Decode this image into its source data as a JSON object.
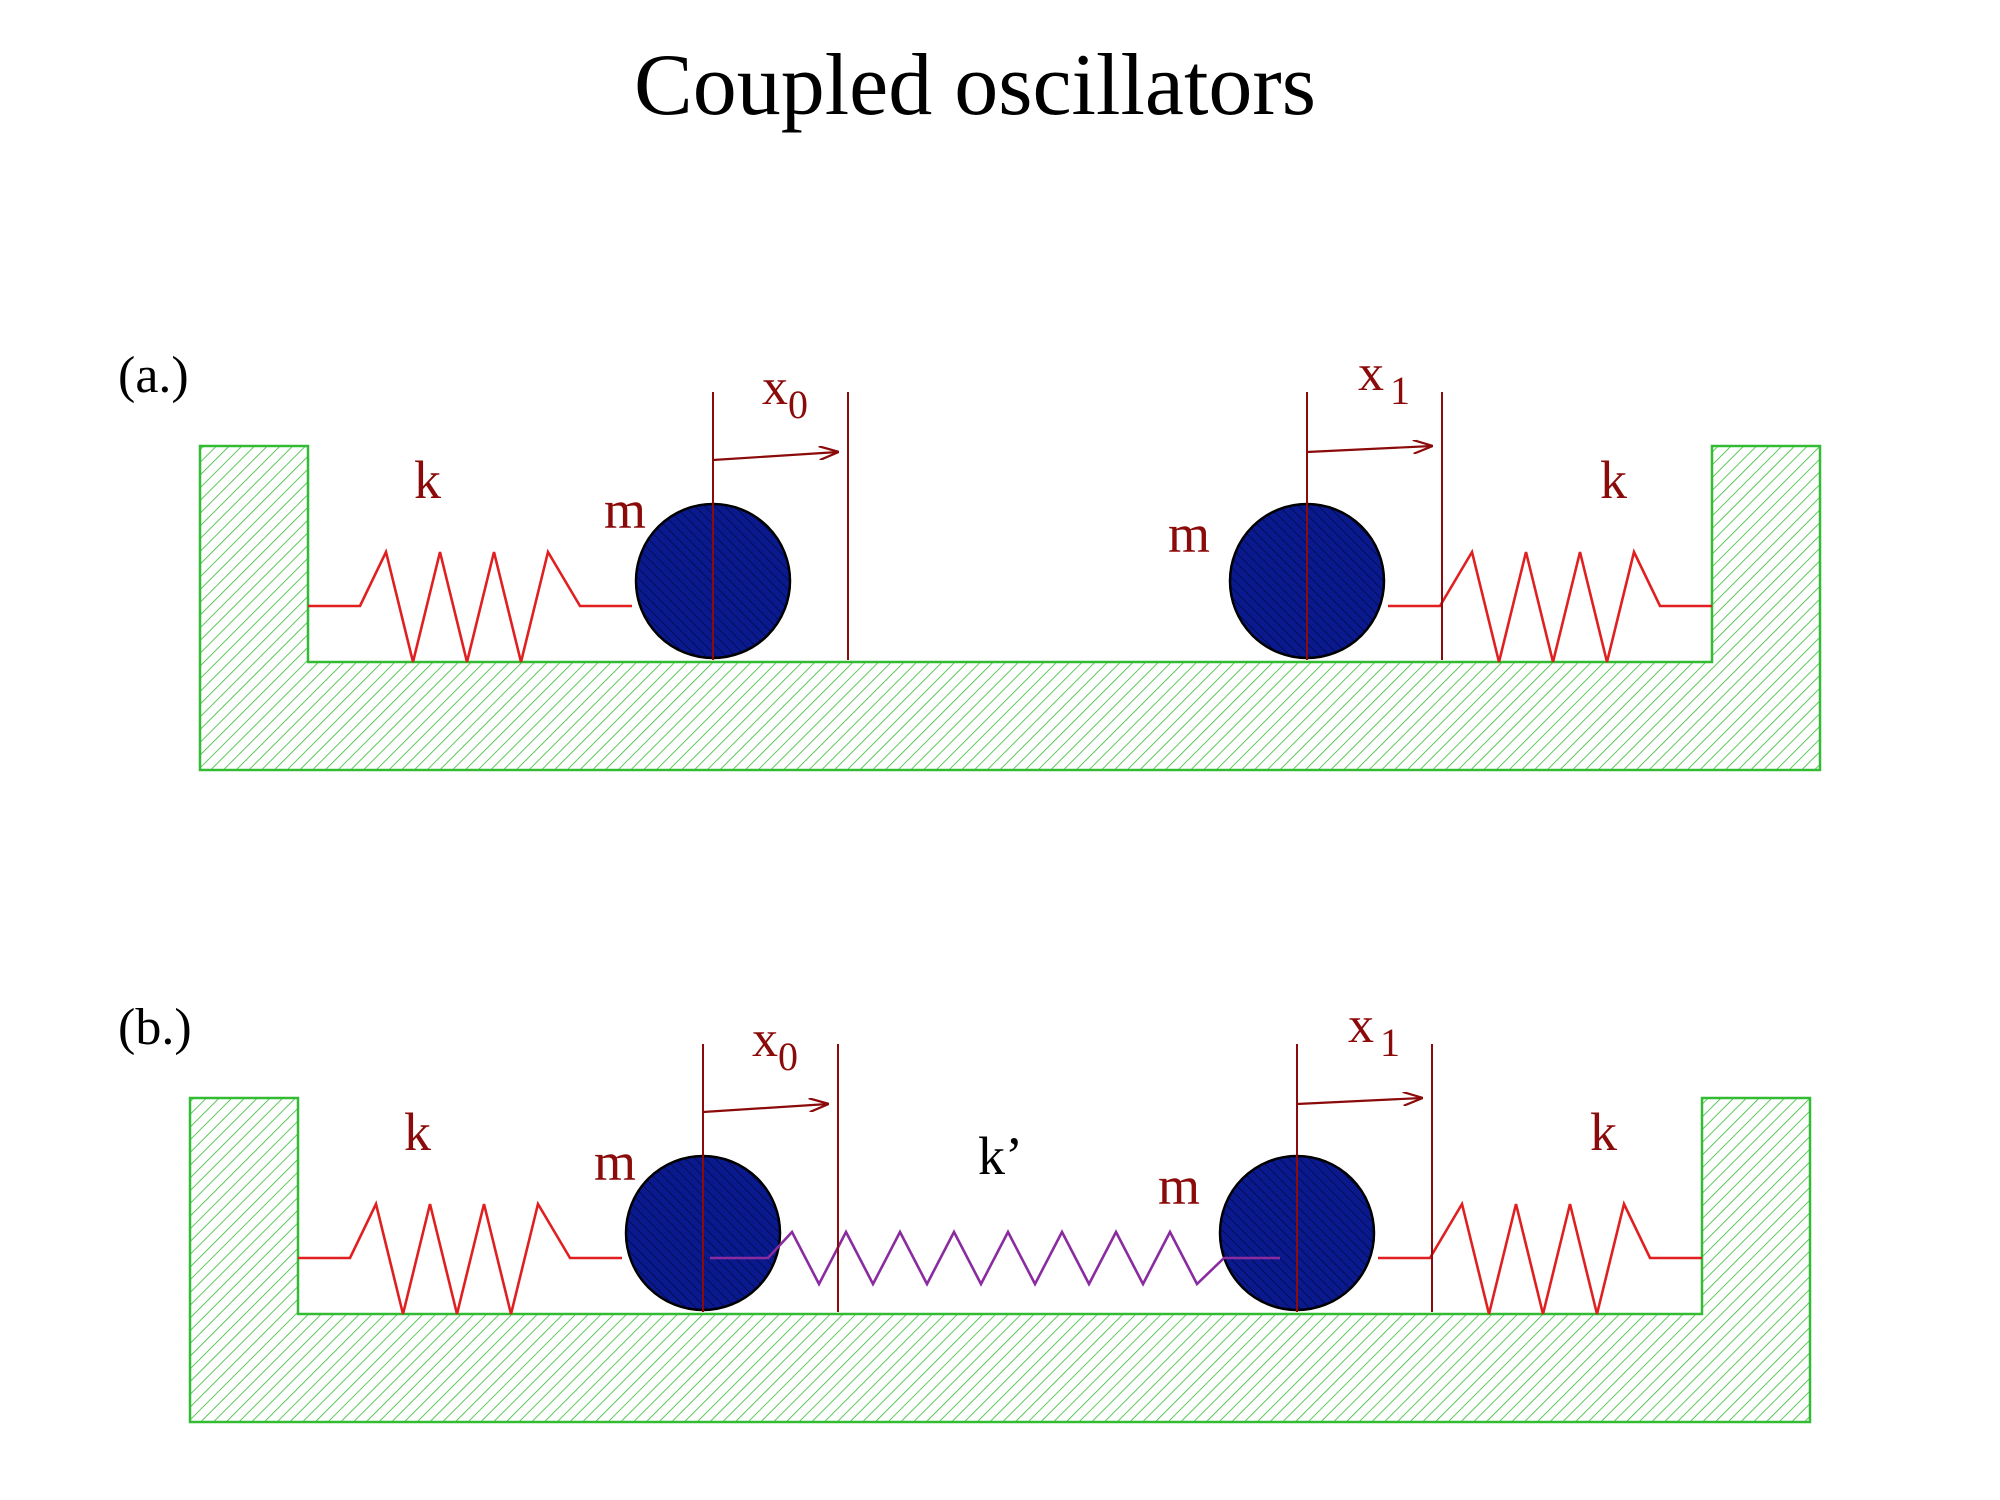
{
  "title": "Coupled oscillators",
  "colors": {
    "wall": "#33bb33",
    "spring": "#e02020",
    "coupling_spring": "#8a2ba0",
    "mass_fill": "#0a1a8e",
    "mass_stroke": "#000000",
    "label": "#8b0a0a",
    "marker": "#8b0a0a"
  },
  "panels": [
    {
      "label": "(a.)",
      "spring_left_label": "k",
      "spring_right_label": "k",
      "mass_left_label": "m",
      "mass_right_label": "m",
      "disp_left_label": "x",
      "disp_left_sub": "0",
      "disp_right_label": "x",
      "disp_right_sub": "1",
      "coupled": false
    },
    {
      "label": "(b.)",
      "spring_left_label": "k",
      "spring_right_label": "k",
      "coupling_label": "k’",
      "mass_left_label": "m",
      "mass_right_label": "m",
      "disp_left_label": "x",
      "disp_left_sub": "0",
      "disp_right_label": "x",
      "disp_right_sub": "1",
      "coupled": true
    }
  ]
}
